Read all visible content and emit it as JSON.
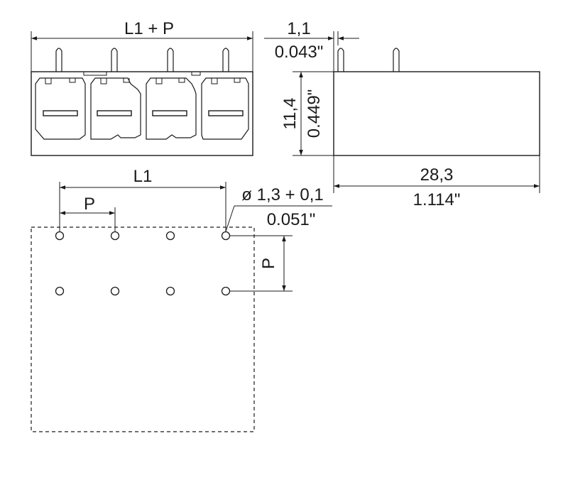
{
  "dimensions": {
    "front_width_label": "L1 + P",
    "pin_offset_mm": "1,1",
    "pin_offset_in": "0.043\"",
    "height_mm": "11,4",
    "height_in": "0.449\"",
    "depth_mm": "28,3",
    "depth_in": "1.114\"",
    "pitch_span_label": "L1",
    "pitch_label": "P",
    "hole_dia_mm": "ø 1,3 + 0,1",
    "hole_dia_in": "0.051\"",
    "row_pitch_label": "P"
  },
  "colors": {
    "line": "#1a1a1a",
    "background": "#ffffff"
  }
}
